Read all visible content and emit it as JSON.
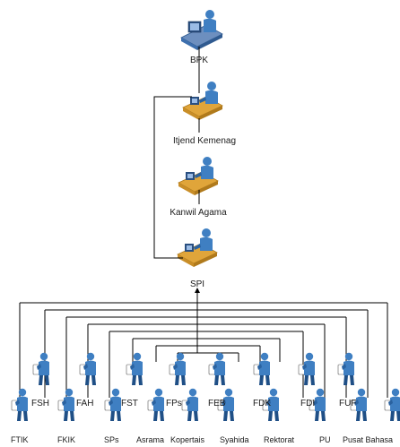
{
  "top_chain": [
    {
      "label": "BPK",
      "icon": "person-at-computer-icon"
    },
    {
      "label": "Itjend Kemenag",
      "icon": "person-at-desk-icon"
    },
    {
      "label": "Kanwil Agama",
      "icon": "person-at-desk-icon"
    },
    {
      "label": "SPI",
      "icon": "person-at-desk-icon"
    }
  ],
  "mid_units": [
    "FSH",
    "FAH",
    "FST",
    "FPs",
    "FEB",
    "FDK",
    "FDI",
    "FUF"
  ],
  "bottom_units": [
    "FTIK",
    "FKIK",
    "SPs",
    "Asrama",
    "Kopertais",
    "Syahida",
    "Rektorat",
    "PU",
    "Pusat Bahasa"
  ],
  "colors": {
    "person_shirt": "#3f7fc2",
    "person_dark": "#1f4f86",
    "desk": "#e0a53a",
    "desk_dark": "#b07a1c",
    "monitor": "#3d6fae",
    "skin": "#f0c08a"
  }
}
